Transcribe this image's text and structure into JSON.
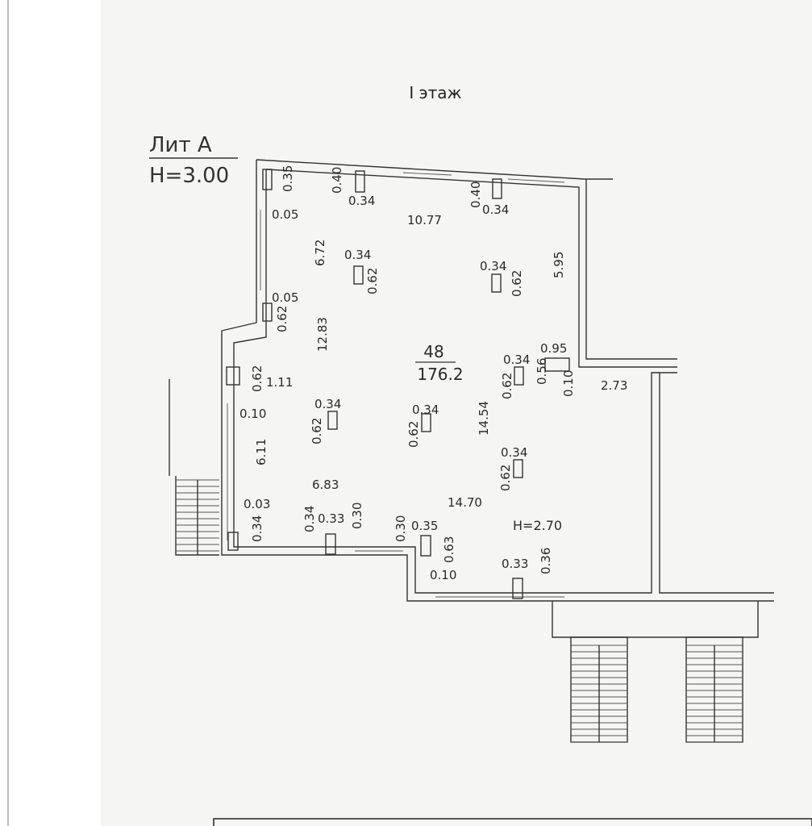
{
  "title": "I этаж",
  "building": {
    "litera": "Лит А",
    "height": "H=3.00"
  },
  "room": {
    "number": "48",
    "area": "176.2",
    "height": "H=2.70"
  },
  "dimensions": [
    "0.35",
    "0.40",
    "0.34",
    "0.05",
    "10.77",
    "0.40",
    "0.34",
    "6.72",
    "0.34",
    "0.62",
    "0.34",
    "0.62",
    "5.95",
    "0.05",
    "0.62",
    "12.83",
    "0.95",
    "0.34",
    "0.62",
    "0.56",
    "0.10",
    "2.73",
    "0.62",
    "1.11",
    "0.10",
    "0.34",
    "0.62",
    "0.62",
    "0.34",
    "14.54",
    "0.34",
    "0.62",
    "6.11",
    "6.83",
    "0.03",
    "14.70",
    "0.34",
    "0.34",
    "0.33",
    "0.30",
    "0.30",
    "0.35",
    "0.63",
    "0.10",
    "0.33",
    "0.36"
  ]
}
